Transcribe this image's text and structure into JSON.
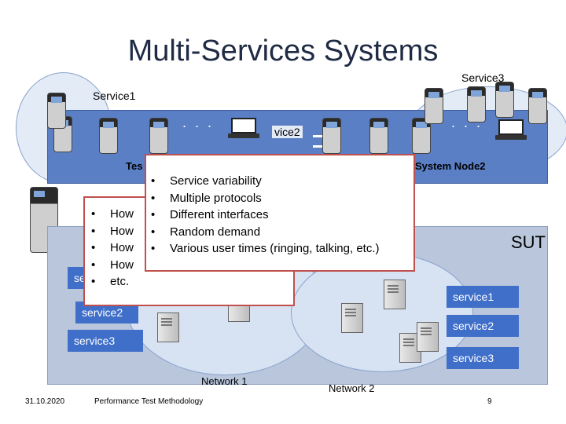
{
  "slide": {
    "title": "Multi-Services Systems",
    "labels": {
      "service1_top": "Service1",
      "service2_top": "vice2",
      "service3_top": "Service3",
      "test_node_left": "Tes",
      "test_node_right": "t System Node2",
      "sut": "SUT"
    },
    "popup_front": {
      "items": [
        "Service variability",
        "Multiple protocols",
        "Different interfaces",
        "Random demand",
        "Various user times (ringing, talking, etc.)"
      ]
    },
    "popup_back": {
      "items": [
        "How",
        "How",
        "How",
        "How",
        "etc."
      ]
    },
    "sut_tags": {
      "left": [
        "service1",
        "service2",
        "service3"
      ],
      "right": [
        "service1",
        "service2",
        "service3"
      ]
    },
    "networks": {
      "net1": "Network 1",
      "net2": "Network 2"
    },
    "footer": {
      "date": "31.10.2020",
      "center": "Performance Test Methodology",
      "page": "9"
    },
    "colors": {
      "band": "#5b7fc4",
      "tag": "#3f6fc9",
      "popup_border": "#c0504d",
      "title": "#1f2a44"
    }
  }
}
